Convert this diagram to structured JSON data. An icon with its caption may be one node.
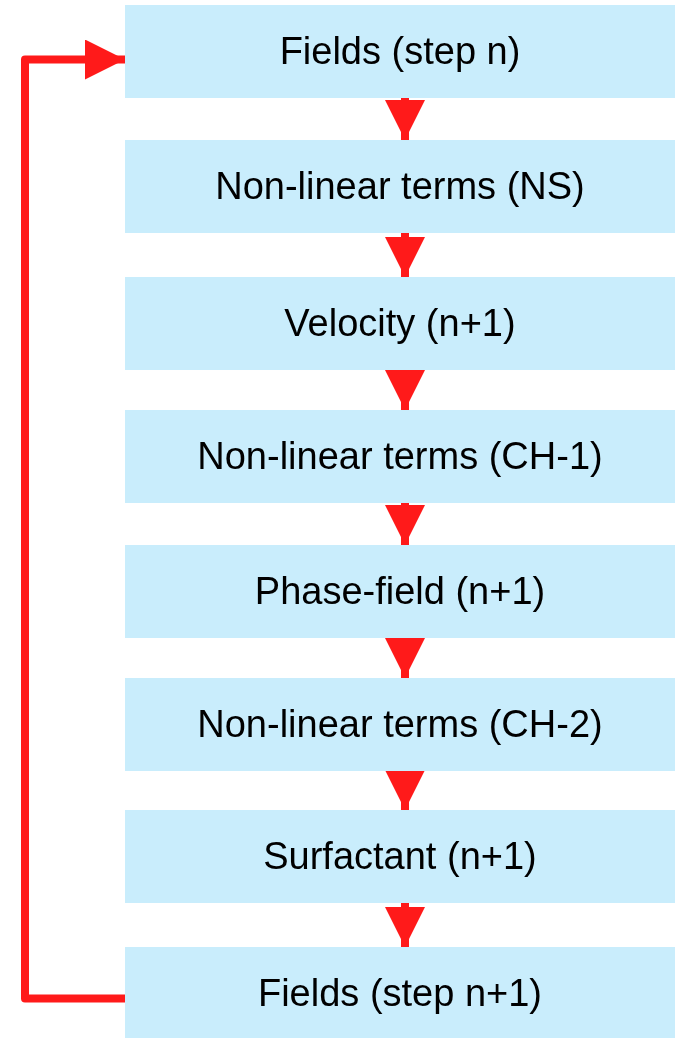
{
  "diagram": {
    "nodes": [
      {
        "text": [
          "Fields (step n)"
        ]
      },
      {
        "text": [
          "Non-linear terms (NS)"
        ]
      },
      {
        "text": [
          "Velocity (n+1)"
        ]
      },
      {
        "text": [
          "Non-linear terms (CH-1)"
        ]
      },
      {
        "text": [
          "Phase-field (n+1)"
        ]
      },
      {
        "text": [
          "Non-linear terms (CH-2)"
        ]
      },
      {
        "text": [
          "Surfactant (n+1)"
        ]
      },
      {
        "text": [
          "Fields (step n+1)"
        ]
      }
    ],
    "edges": [
      {
        "from": 0,
        "to": 1,
        "arrow": "to"
      },
      {
        "from": 1,
        "to": 2,
        "arrow": "to"
      },
      {
        "from": 2,
        "to": 3,
        "arrow": "to"
      },
      {
        "from": 3,
        "to": 4,
        "arrow": "to"
      },
      {
        "from": 4,
        "to": 5,
        "arrow": "to"
      },
      {
        "from": 5,
        "to": 6,
        "arrow": "to"
      },
      {
        "from": 6,
        "to": 7,
        "arrow": "to"
      },
      {
        "from": 7,
        "to": 0,
        "arrow": "to"
      }
    ]
  }
}
